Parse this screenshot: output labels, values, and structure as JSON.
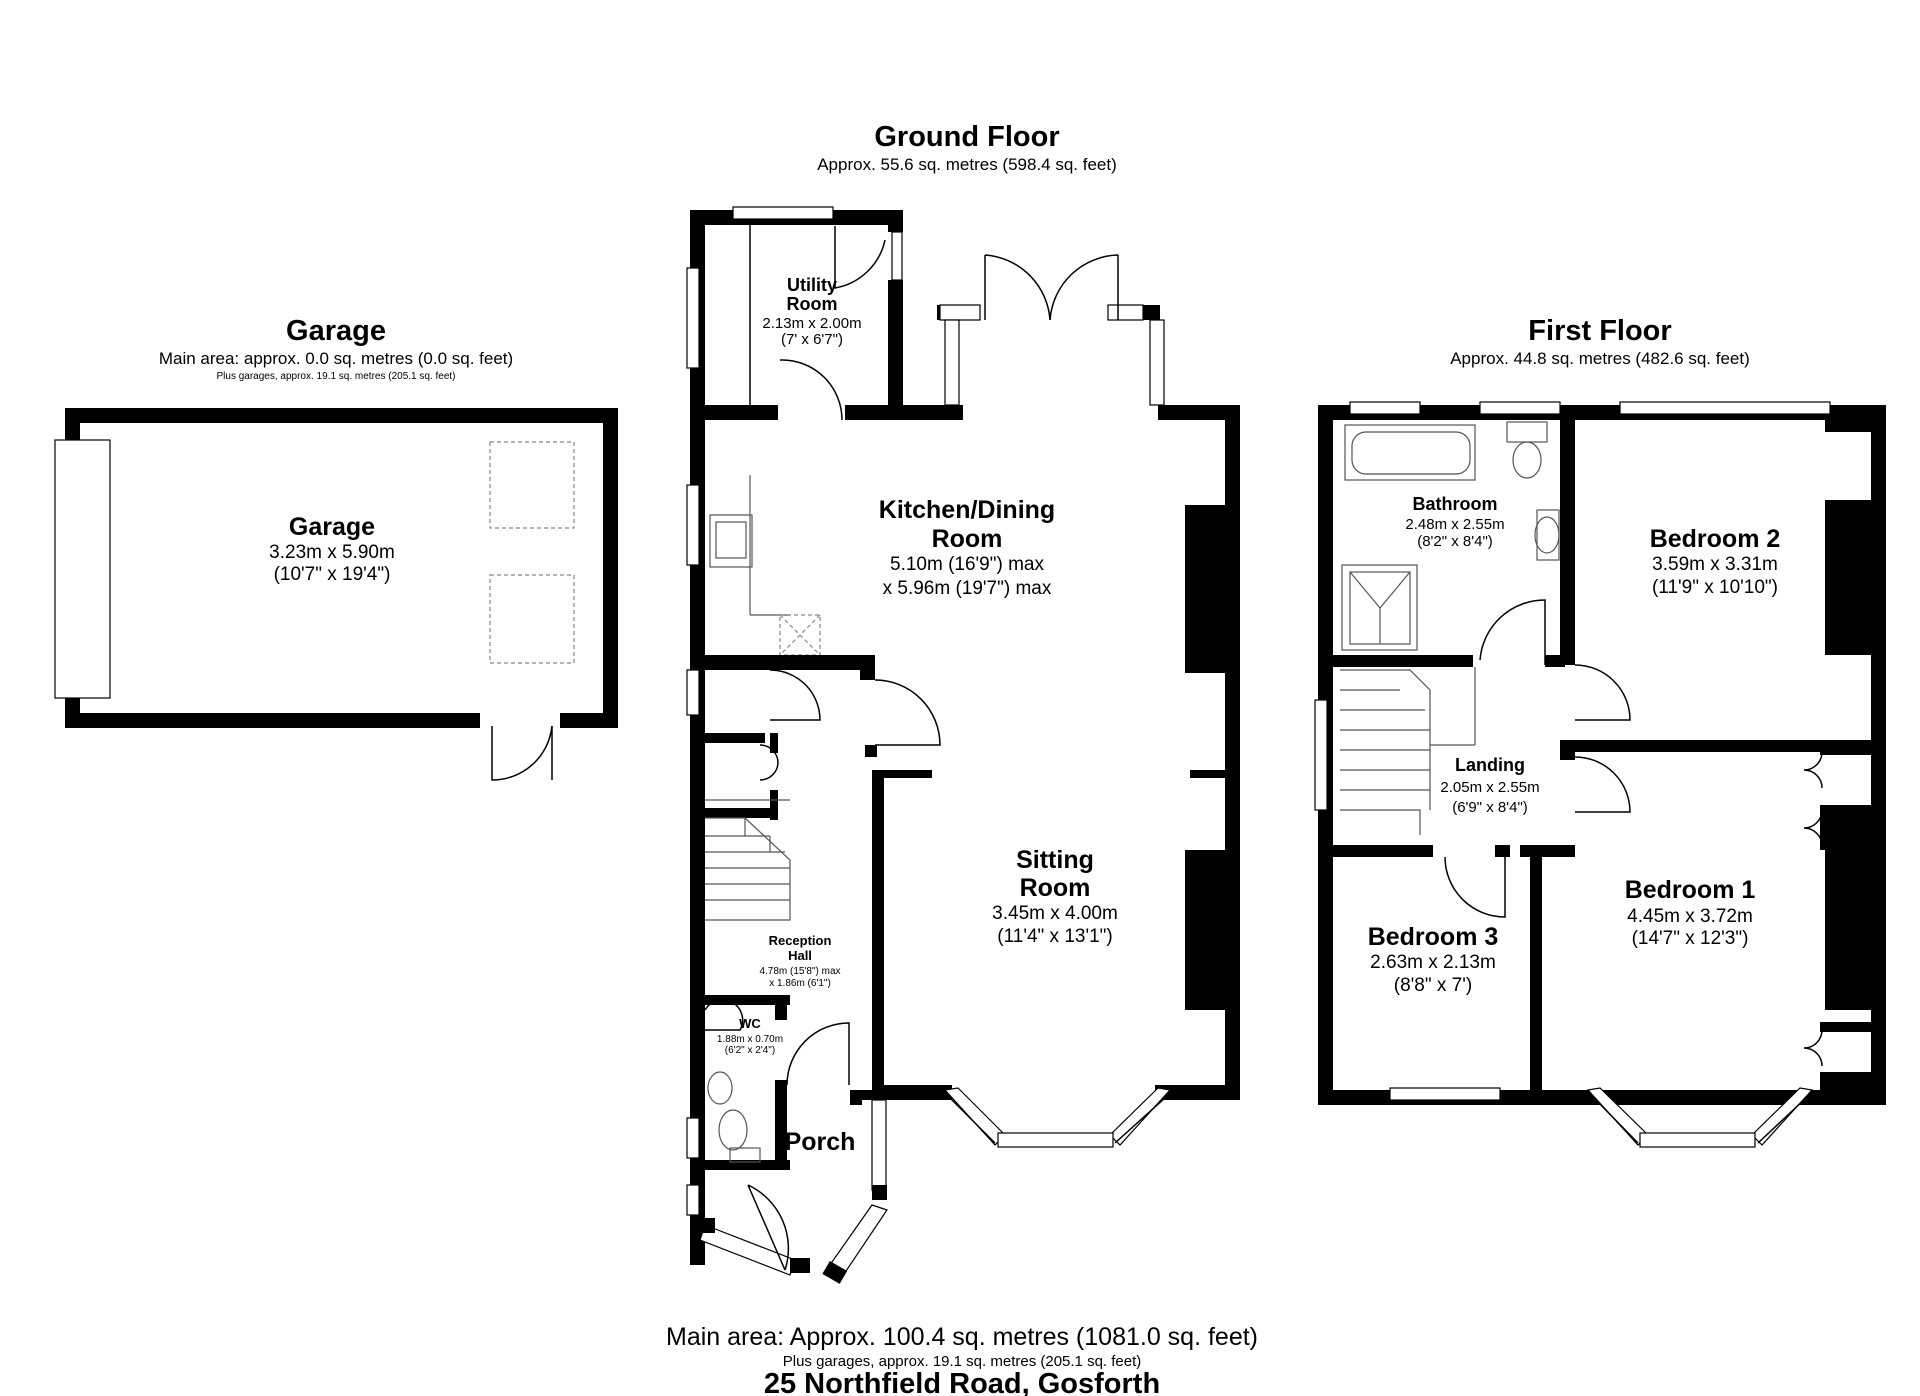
{
  "ground_floor": {
    "title": "Ground Floor",
    "area": "Approx. 55.6 sq. metres (598.4 sq. feet)",
    "rooms": {
      "utility": {
        "name_1": "Utility",
        "name_2": "Room",
        "dim_m": "2.13m x 2.00m",
        "dim_ft": "(7' x 6'7\")"
      },
      "kitchen": {
        "name_1": "Kitchen/Dining",
        "name_2": "Room",
        "dim_1": "5.10m (16'9\") max",
        "dim_2": "x 5.96m (19'7\") max"
      },
      "sitting": {
        "name_1": "Sitting",
        "name_2": "Room",
        "dim_m": "3.45m x 4.00m",
        "dim_ft": "(11'4\" x 13'1\")"
      },
      "reception": {
        "name_1": "Reception",
        "name_2": "Hall",
        "dim_1": "4.78m (15'8\") max",
        "dim_2": "x 1.86m (6'1\")"
      },
      "wc": {
        "name": "WC",
        "dim_m": "1.88m x 0.70m",
        "dim_ft": "(6'2\" x 2'4\")"
      },
      "porch": {
        "name": "Porch"
      }
    }
  },
  "garage": {
    "title": "Garage",
    "area": "Main area: approx. 0.0 sq. metres (0.0 sq. feet)",
    "plus": "Plus garages, approx. 19.1 sq. metres (205.1 sq. feet)",
    "room": {
      "name": "Garage",
      "dim_m": "3.23m x 5.90m",
      "dim_ft": "(10'7\" x 19'4\")"
    }
  },
  "first_floor": {
    "title": "First Floor",
    "area": "Approx. 44.8 sq. metres (482.6 sq. feet)",
    "rooms": {
      "bathroom": {
        "name": "Bathroom",
        "dim_m": "2.48m x 2.55m",
        "dim_ft": "(8'2\" x 8'4\")"
      },
      "bedroom2": {
        "name": "Bedroom 2",
        "dim_m": "3.59m x 3.31m",
        "dim_ft": "(11'9\" x 10'10\")"
      },
      "landing": {
        "name": "Landing",
        "dim_m": "2.05m x 2.55m",
        "dim_ft": "(6'9\" x 8'4\")"
      },
      "bedroom1": {
        "name": "Bedroom 1",
        "dim_m": "4.45m x 3.72m",
        "dim_ft": "(14'7\" x 12'3\")"
      },
      "bedroom3": {
        "name": "Bedroom 3",
        "dim_m": "2.63m x 2.13m",
        "dim_ft": "(8'8\" x 7')"
      }
    }
  },
  "footer": {
    "main_area": "Main area: Approx. 100.4 sq. metres (1081.0 sq. feet)",
    "plus": "Plus garages, approx. 19.1 sq. metres (205.1 sq. feet)",
    "address": "25 Northfield Road, Gosforth"
  }
}
